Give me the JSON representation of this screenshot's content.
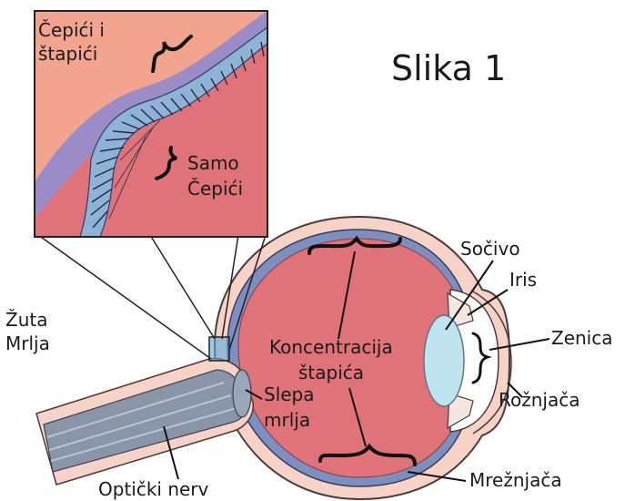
{
  "title": "Slika 1",
  "labels": {
    "cones_and_rods_1": "Čepići i",
    "cones_and_rods_2": "štapići",
    "cones_only_1": "Samo",
    "cones_only_2": "Čepići",
    "macula_1": "Žuta",
    "macula_2": "Mrlja",
    "lens": "Sočivo",
    "iris": "Iris",
    "pupil": "Zenica",
    "cornea": "Rožnjača",
    "rod_concentration_1": "Koncentracija",
    "rod_concentration_2": "štapića",
    "blind_spot_1": "Slepa",
    "blind_spot_2": "mrlja",
    "optic_nerve": "Optički nerv",
    "retina": "Mrežnjača"
  },
  "colors": {
    "vitreous": "#e0737a",
    "sclera": "#f6d3c6",
    "retina_band": "#7b8fc0",
    "choroid": "#9b8bc6",
    "nerve": "#8a96a8",
    "lens": "#bfe3ef",
    "inset_bg": "#f2a48e"
  }
}
